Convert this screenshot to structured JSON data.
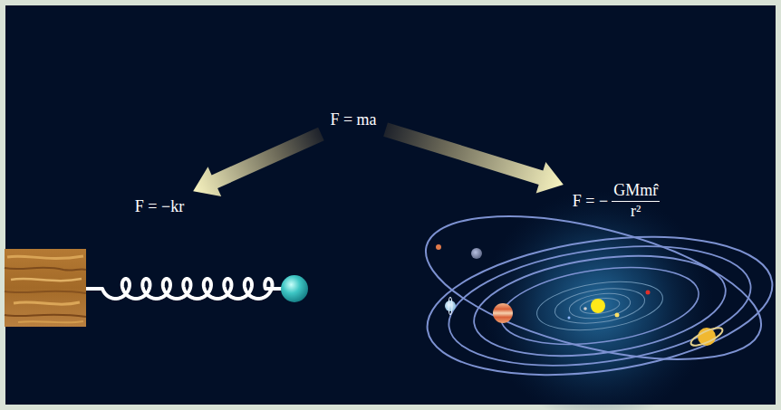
{
  "diagram": {
    "nodes": [
      {
        "text": [
          "F = ma"
        ]
      },
      {
        "text": [
          "F = −kr"
        ]
      },
      {
        "text": [
          "F = −",
          "GMmr̂",
          "r²"
        ]
      }
    ],
    "edges": [
      {
        "from": 0,
        "to": 1,
        "arrow": "to"
      },
      {
        "from": 0,
        "to": 2,
        "arrow": "to"
      }
    ]
  }
}
